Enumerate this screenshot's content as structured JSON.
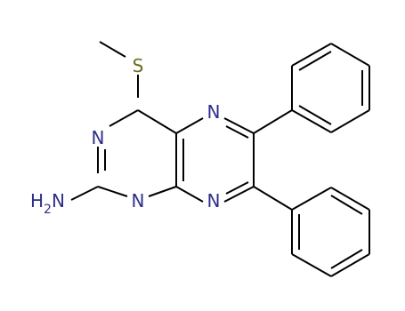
{
  "molecule": {
    "atoms": {
      "sulfur": {
        "text": "S",
        "color": "#6b6b1f"
      },
      "n1": {
        "text": "N",
        "color": "#2e2e8c"
      },
      "n3": {
        "text": "N",
        "color": "#2e2e8c"
      },
      "n5": {
        "text": "N",
        "color": "#2e2e8c"
      },
      "n8": {
        "text": "N",
        "color": "#2e2e8c"
      },
      "amine": {
        "text": "H",
        "subscript": "2",
        "suffix": "N",
        "color": "#2e2e8c"
      }
    },
    "bond_color": "#000000"
  }
}
